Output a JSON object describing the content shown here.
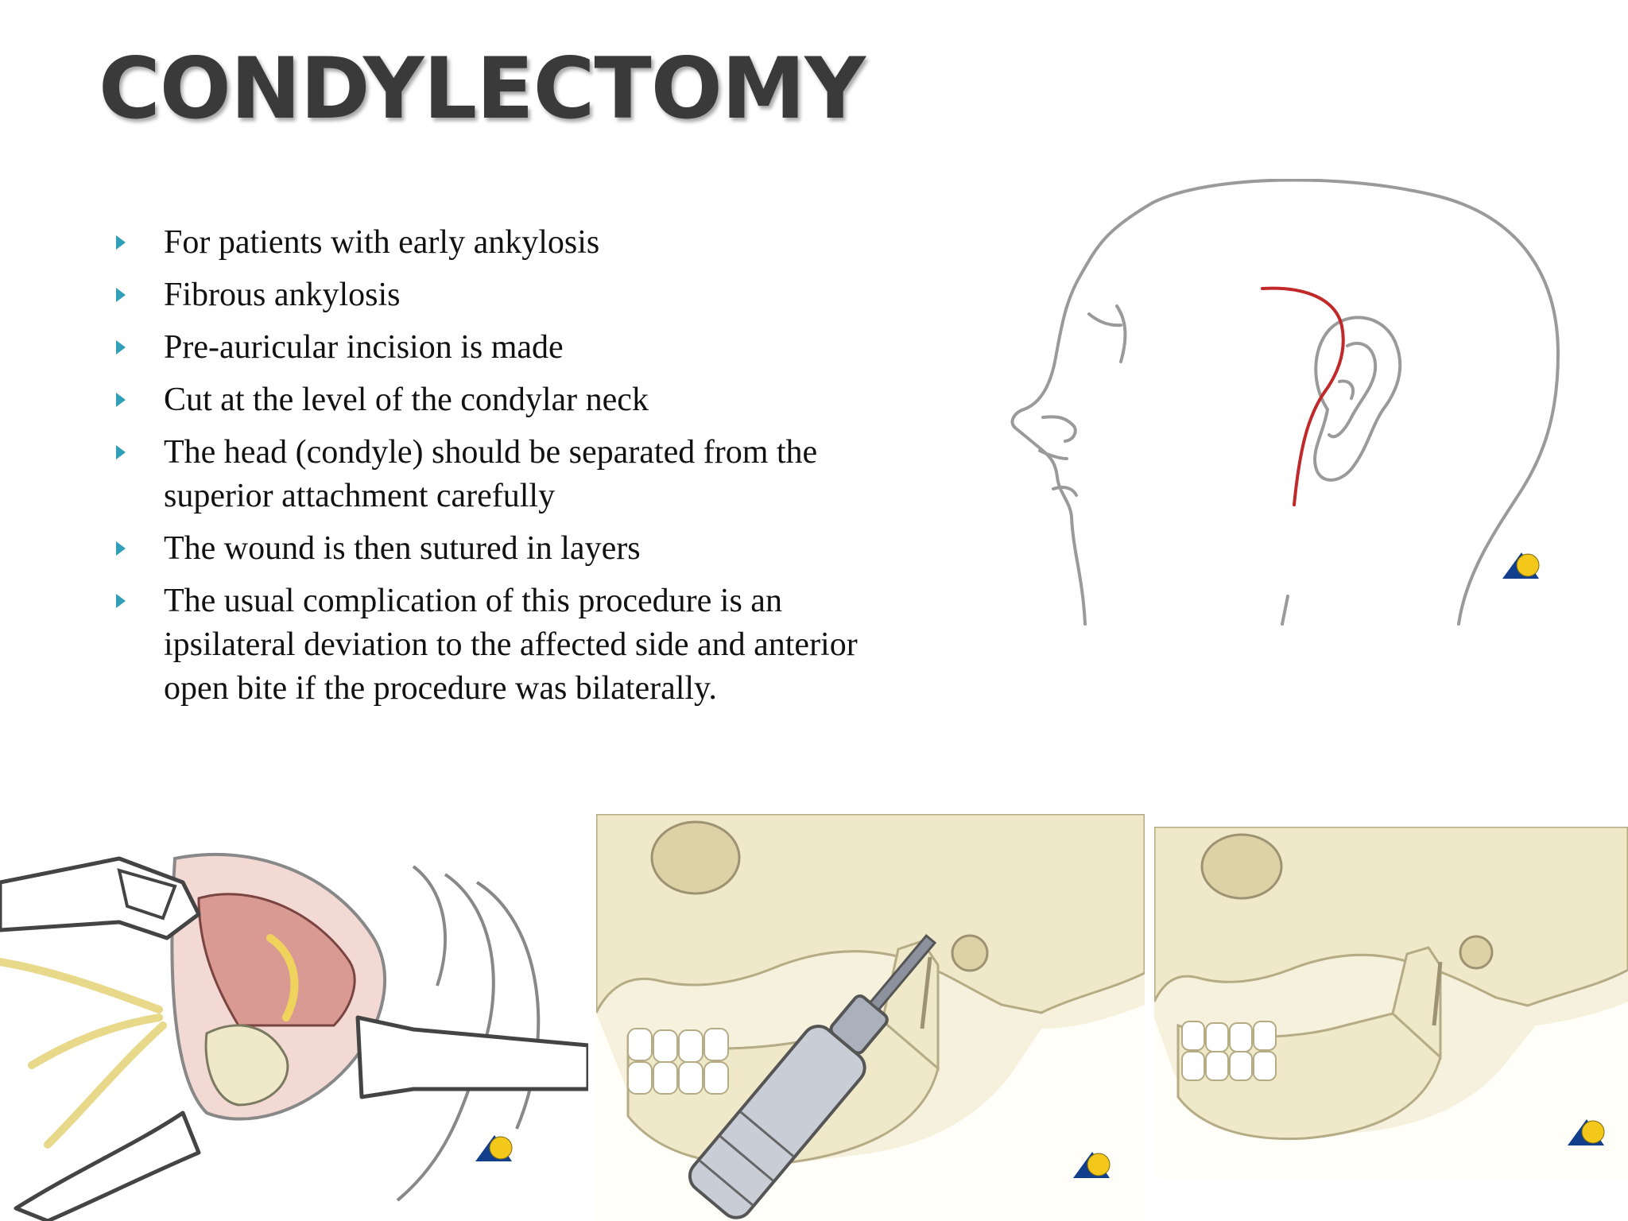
{
  "title": "CONDYLECTOMY",
  "bullets": [
    "For patients with early ankylosis",
    "Fibrous ankylosis",
    "Pre-auricular incision is made",
    "Cut at the level of the condylar neck",
    "The head (condyle) should be separated from the superior attachment carefully",
    "The wound is then sutured in layers",
    "The usual complication of this procedure is an ipsilateral deviation to the affected side and anterior open bite if the procedure was bilaterally."
  ],
  "colors": {
    "title": "#3a3a3a",
    "bullet_arrow": "#2fa0b8",
    "incision": "#c0282a",
    "bone": "#efe9c9",
    "bone_outline": "#b5ac85",
    "tissue": "#d89a93",
    "nerve": "#f0d35c",
    "logo_yellow": "#f3c81b",
    "logo_blue": "#123f8c"
  },
  "icons": [
    "arrow-right-bullet-icon",
    "ao-logo-icon"
  ]
}
